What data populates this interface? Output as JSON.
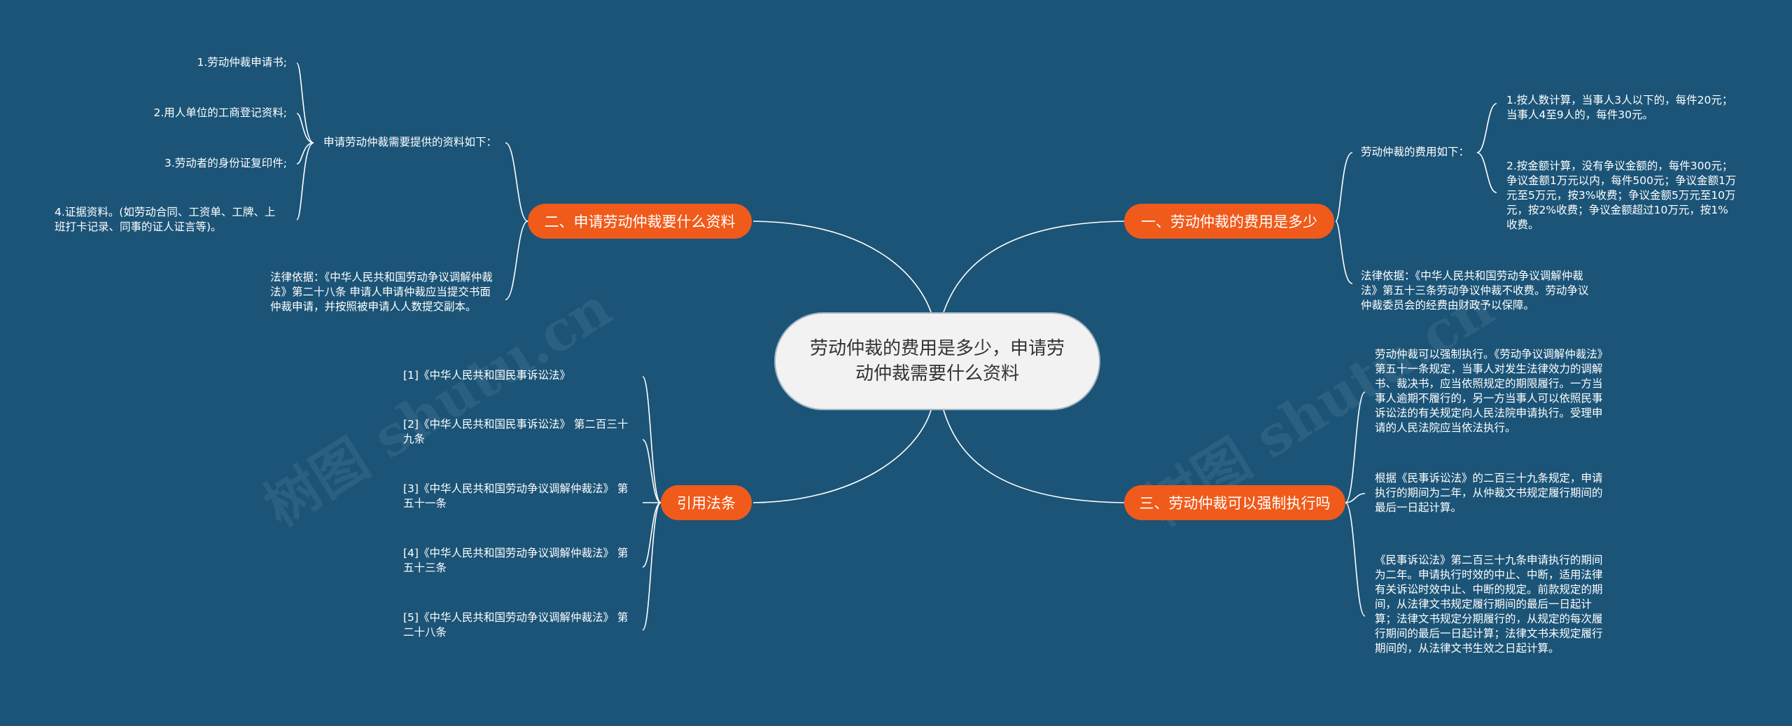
{
  "watermark": "树图 shutu.cn",
  "root": {
    "title": "劳动仲裁的费用是多少，申请劳动仲裁需要什么资料"
  },
  "branches": {
    "b1": {
      "label": "一、劳动仲裁的费用是多少",
      "fees_title": "劳动仲裁的费用如下：",
      "fee_items": [
        "1.按人数计算，当事人3人以下的，每件20元；当事人4至9人的，每件30元。",
        "2.按金额计算，没有争议金额的，每件300元；争议金额1万元以内，每件500元；争议金额1万元至5万元，按3%收费；争议金额5万元至10万元，按2%收费；争议金额超过10万元，按1%收费。"
      ],
      "legal_basis": "法律依据：《中华人民共和国劳动争议调解仲裁法》第五十三条劳动争议仲裁不收费。劳动争议仲裁委员会的经费由财政予以保障。"
    },
    "b2": {
      "label": "二、申请劳动仲裁要什么资料",
      "materials_title": "申请劳动仲裁需要提供的资料如下：",
      "materials": [
        "1.劳动仲裁申请书;",
        "2.用人单位的工商登记资料;",
        "3.劳动者的身份证复印件;",
        "4.证据资料。(如劳动合同、工资单、工牌、上班打卡记录、同事的证人证言等)。"
      ],
      "legal_basis": "法律依据：《中华人民共和国劳动争议调解仲裁法》第二十八条 申请人申请仲裁应当提交书面仲裁申请，并按照被申请人人数提交副本。"
    },
    "b3": {
      "label": "三、劳动仲裁可以强制执行吗",
      "paragraphs": [
        "劳动仲裁可以强制执行。《劳动争议调解仲裁法》第五十一条规定，当事人对发生法律效力的调解书、裁决书，应当依照规定的期限履行。一方当事人逾期不履行的，另一方当事人可以依照民事诉讼法的有关规定向人民法院申请执行。受理申请的人民法院应当依法执行。",
        "根据《民事诉讼法》的二百三十九条规定，申请执行的期间为二年，从仲裁文书规定履行期间的最后一日起计算。",
        "《民事诉讼法》第二百三十九条申请执行的期间为二年。申请执行时效的中止、中断，适用法律有关诉讼时效中止、中断的规定。前款规定的期间，从法律文书规定履行期间的最后一日起计算；法律文书规定分期履行的，从规定的每次履行期间的最后一日起计算；法律文书未规定履行期间的，从法律文书生效之日起计算。"
      ]
    },
    "b4": {
      "label": "引用法条",
      "citations": [
        "[1]《中华人民共和国民事诉讼法》",
        "[2]《中华人民共和国民事诉讼法》 第二百三十九条",
        "[3]《中华人民共和国劳动争议调解仲裁法》 第五十一条",
        "[4]《中华人民共和国劳动争议调解仲裁法》 第五十三条",
        "[5]《中华人民共和国劳动争议调解仲裁法》 第二十八条"
      ]
    }
  },
  "colors": {
    "background": "#1b5477",
    "pill": "#f05a1a",
    "root_fill": "#f2f2f2",
    "line": "#ffffff"
  }
}
